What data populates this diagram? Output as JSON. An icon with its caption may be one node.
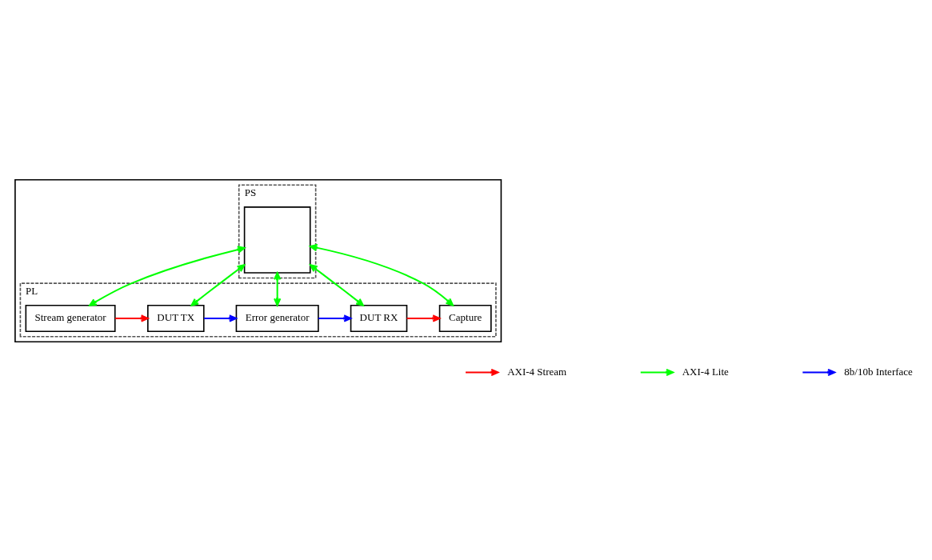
{
  "diagram": {
    "nodes": [
      {
        "text": [],
        "shape": "box"
      },
      {
        "text": [
          "PS"
        ],
        "in": 0
      },
      {
        "text": [],
        "shape": "box",
        "in": 1
      },
      {
        "text": [
          "PL"
        ],
        "in": 0
      },
      {
        "text": [
          "Stream generator"
        ],
        "in": 3
      },
      {
        "text": [
          "DUT TX"
        ],
        "in": 3
      },
      {
        "text": [
          "Error generator"
        ],
        "in": 3
      },
      {
        "text": [
          "DUT RX"
        ],
        "in": 3
      },
      {
        "text": [
          "Capture"
        ],
        "in": 3
      }
    ],
    "edges": [
      {
        "from": 2,
        "to": 4,
        "arrow": "both",
        "color": "#00ff00"
      },
      {
        "from": 2,
        "to": 5,
        "arrow": "both",
        "color": "#00ff00"
      },
      {
        "from": 2,
        "to": 6,
        "arrow": "both",
        "color": "#00ff00"
      },
      {
        "from": 2,
        "to": 7,
        "arrow": "both",
        "color": "#00ff00"
      },
      {
        "from": 2,
        "to": 8,
        "arrow": "both",
        "color": "#00ff00"
      },
      {
        "from": 4,
        "to": 5,
        "arrow": "to",
        "color": "#ff0000"
      },
      {
        "from": 5,
        "to": 6,
        "arrow": "to",
        "color": "#0000ff"
      },
      {
        "from": 6,
        "to": 7,
        "arrow": "to",
        "color": "#0000ff"
      },
      {
        "from": 7,
        "to": 8,
        "arrow": "to",
        "color": "#ff0000"
      }
    ],
    "legend": [
      {
        "text": "AXI-4 Stream",
        "color": "#ff0000"
      },
      {
        "text": "AXI-4 Lite",
        "color": "#00ff00"
      },
      {
        "text": "8b/10b Interface",
        "color": "#0000ff"
      }
    ]
  }
}
